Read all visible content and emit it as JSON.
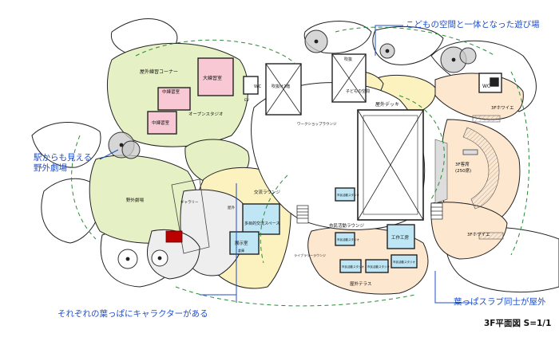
{
  "annotations": {
    "top_right": "こどもの空間と一体となった遊び場",
    "left_line1": "駅からも見える",
    "left_line2": "野外劇場",
    "bottom_left": "それぞれの葉っぱにキャラクターがある",
    "bottom_right": "葉っぱスラブ同士が屋外"
  },
  "plan_title": "3F平面図 S=1/1",
  "rooms": {
    "outdoor_practice_corner": "屋外練習コーナー",
    "large_practice_room": "大練習室",
    "medium_practice_room_1": "中練習室",
    "medium_practice_room_2": "中練習室",
    "open_studio": "オープンスタジオ",
    "wc_left": "WC",
    "ev_left": "EV",
    "void_2f": "吹抜け2階",
    "void_top": "吹抜",
    "childrens_space": "子どもの空間",
    "outdoor_deck": "屋外デッキ",
    "work_lounge": "ワークショップラウンジ",
    "wc_right": "WC",
    "foyer_3f_top": "3Fホワイエ",
    "audience_3f": "3F客席",
    "audience_3f_seats": "(250席)",
    "foyer_3f_bottom": "3Fホワイエ",
    "outdoor_theatre": "野外劇場",
    "gallery": "ギャラリー",
    "exchange_lounge": "交流ラウンジ",
    "multipurpose_space": "多目的交流スペース",
    "outdoor": "屋外",
    "exhibition_room": "展示室",
    "storage": "倉庫",
    "citizen_lounge": "市民活動ラウンジ",
    "craft_room": "工作工房",
    "studio_a": "市民活動スタジオ",
    "studio_b": "市民活動スタジオ",
    "studio_c": "市民活動スタジオ",
    "studio_d": "市民活動スタジオ",
    "studio_e": "市民活動スタジオ",
    "lounge_small": "ライブラリーラウンジ",
    "outdoor_terrace": "屋外テラス"
  }
}
